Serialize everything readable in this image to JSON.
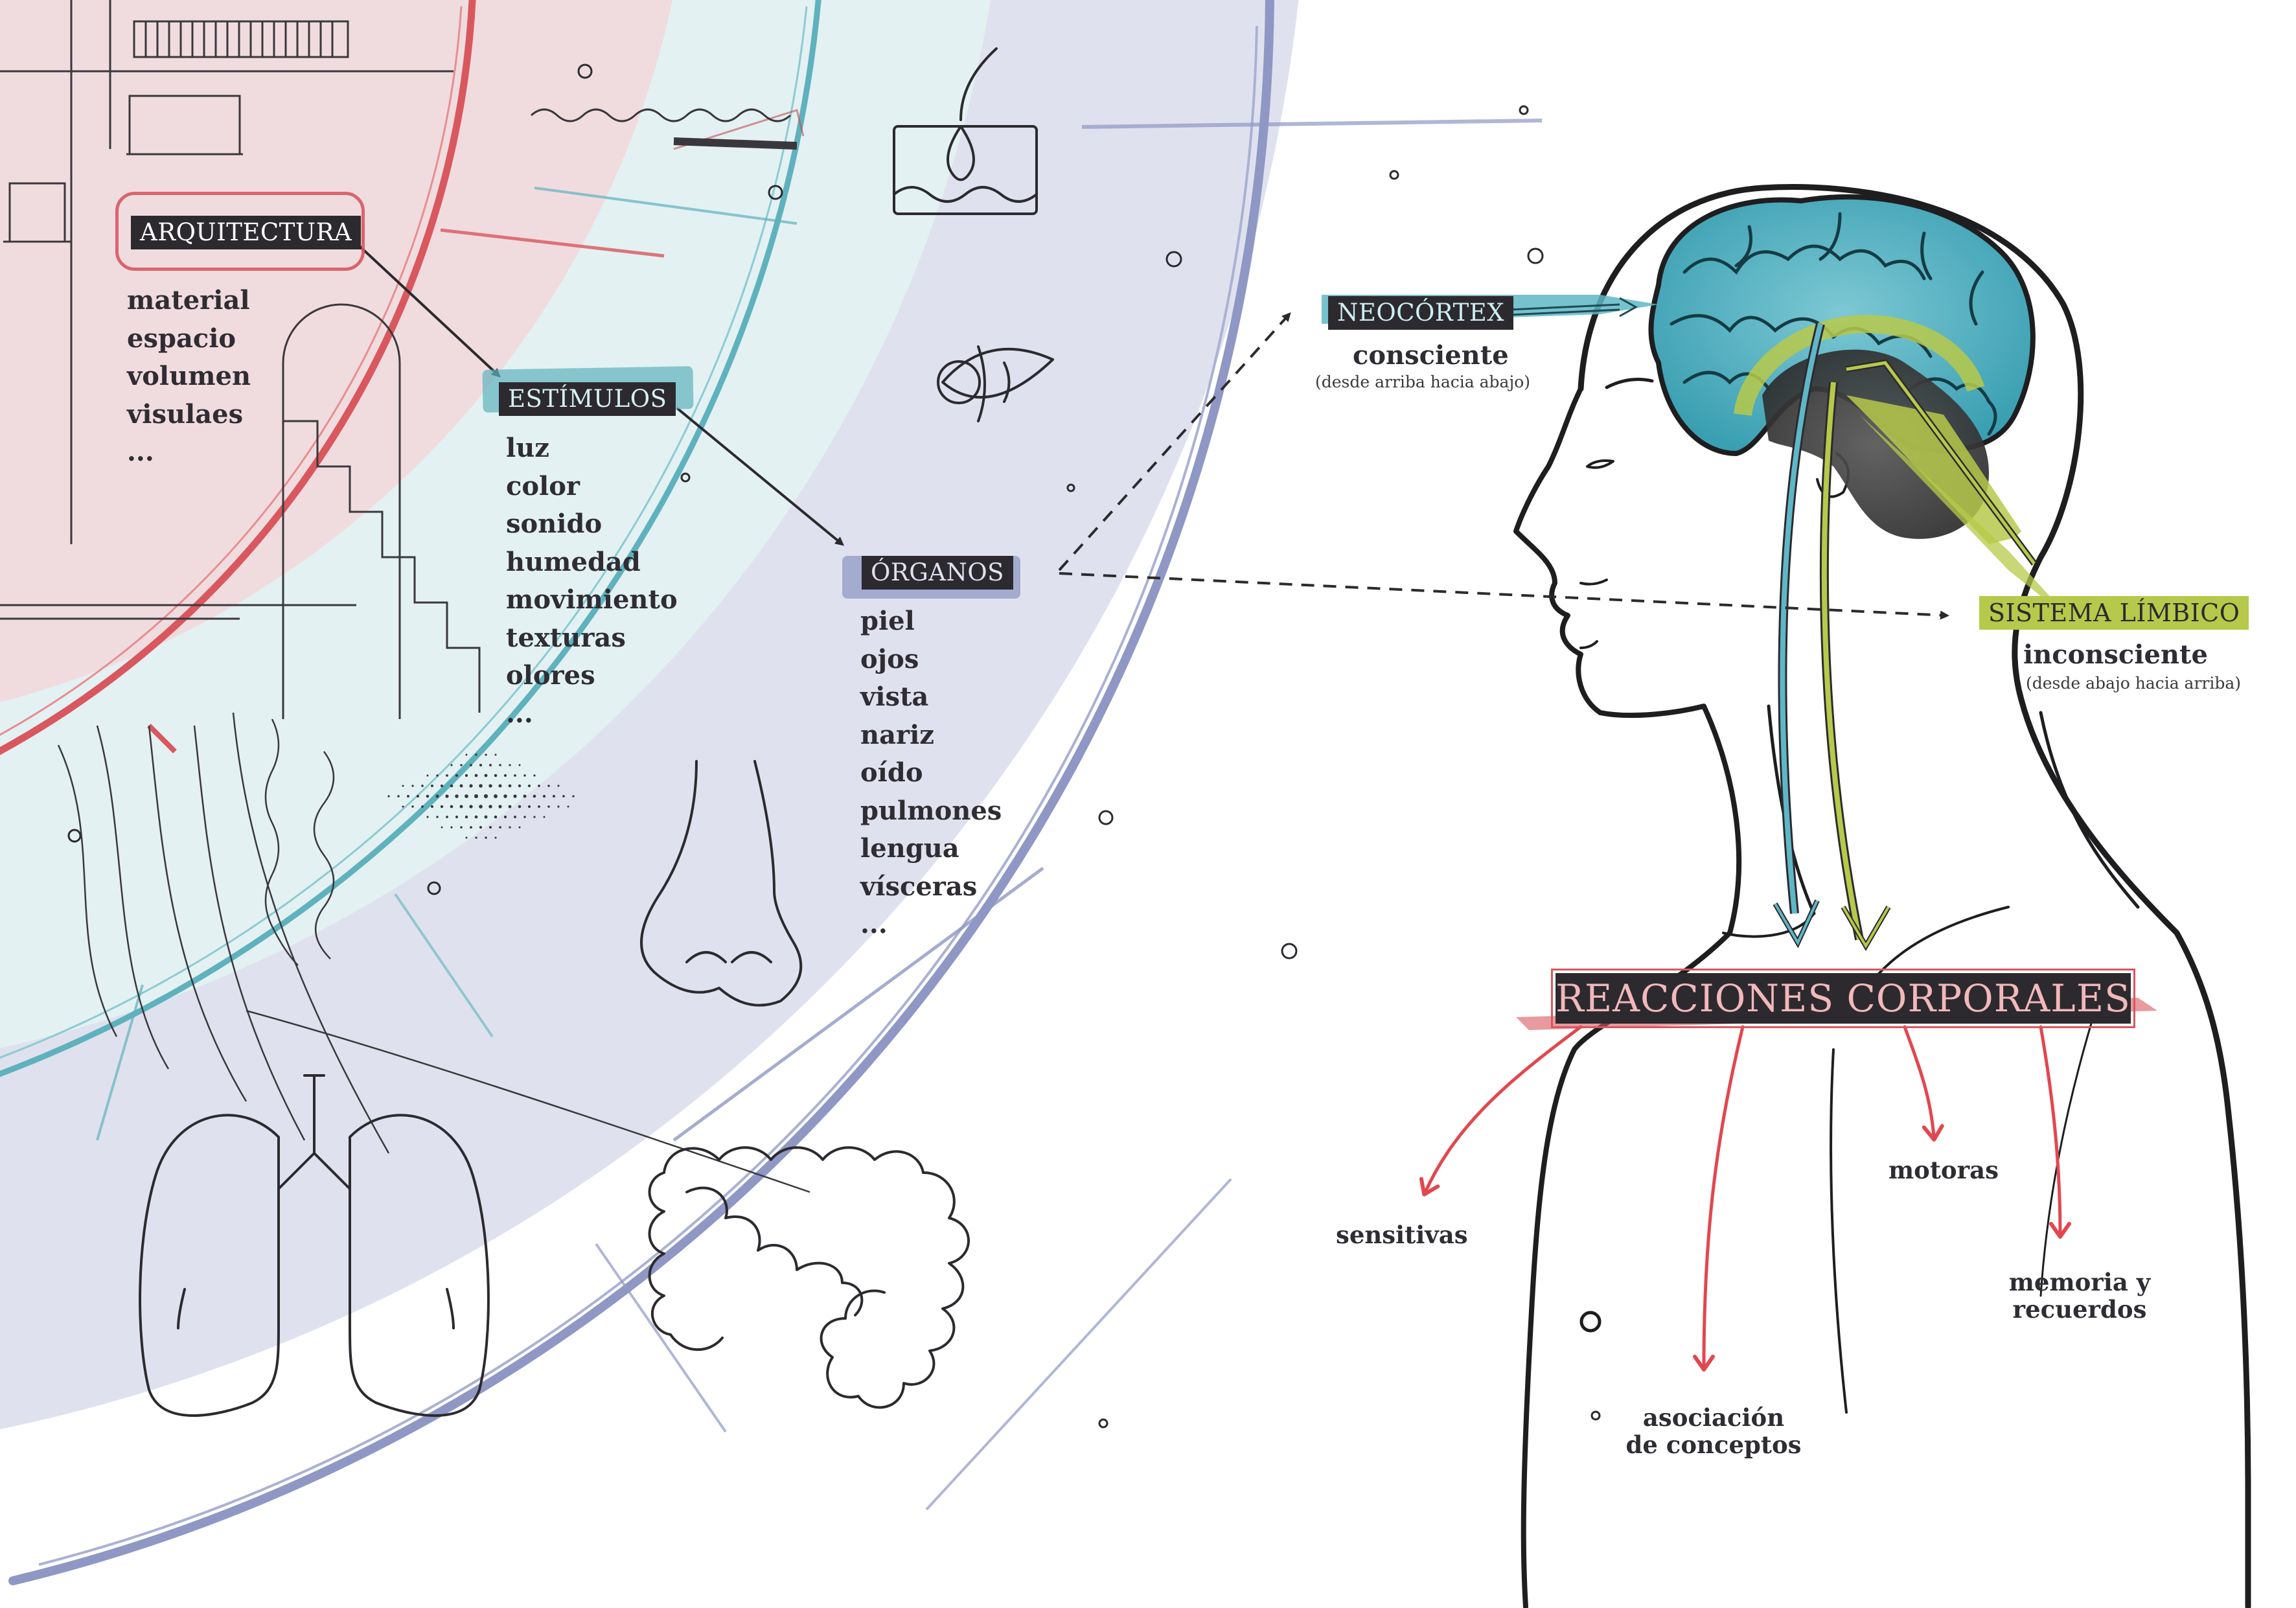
{
  "colors": {
    "arquitectura_zone": "#f0dcdf",
    "arquitectura_ring": "#d9575e",
    "estimulos_zone": "#e3f1f2",
    "estimulos_ring": "#5fb2bd",
    "organos_zone": "#dfe2ee",
    "organos_ring": "#8f98c4",
    "brain": "#5eb7c7",
    "limbic": "#b7c94a",
    "reaction_arrows": "#e2474f",
    "ink": "#2c2a2f"
  },
  "arquitectura": {
    "label": "ARQUITECTURA",
    "items": [
      "material",
      "espacio",
      "volumen",
      "visulaes",
      "..."
    ]
  },
  "estimulos": {
    "label": "ESTÍMULOS",
    "items": [
      "luz",
      "color",
      "sonido",
      "humedad",
      "movimiento",
      "texturas",
      "olores",
      "..."
    ]
  },
  "organos": {
    "label": "ÓRGANOS",
    "items": [
      "piel",
      "ojos",
      "vista",
      "nariz",
      "oído",
      "pulmones",
      "lengua",
      "vísceras",
      "..."
    ]
  },
  "neocortex": {
    "label": "NEOCÓRTEX",
    "state": "consciente",
    "direction": "(desde arriba hacia abajo)"
  },
  "sistema_limbico": {
    "label": "SISTEMA LÍMBICO",
    "state": "inconsciente",
    "direction": "(desde abajo hacia arriba)"
  },
  "reacciones": {
    "label": "REACCIONES CORPORALES",
    "items": {
      "sensitivas": "sensitivas",
      "asociacion_line1": "asociación",
      "asociacion_line2": "de conceptos",
      "motoras": "motoras",
      "memoria_line1": "memoria y",
      "memoria_line2": "recuerdos"
    }
  },
  "icons": [
    "piel-icon",
    "ojo-icon",
    "nariz-icon",
    "pulmones-icon",
    "intestinos-icon",
    "edificio-icon",
    "puerta-arco-icon",
    "ondas-icon",
    "textura-puntos-icon"
  ]
}
